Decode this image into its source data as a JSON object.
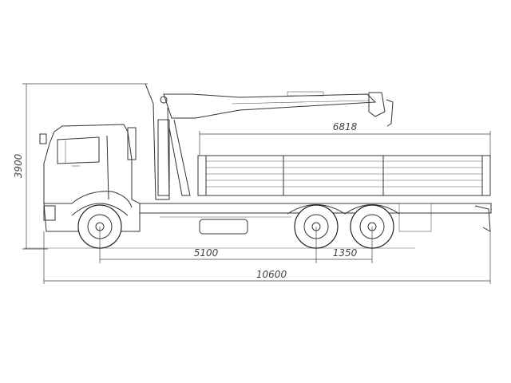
{
  "drawing": {
    "subject": "truck-with-loader-crane",
    "line_color": "#333333",
    "dimensions": {
      "overall_height": "3900",
      "platform_length": "6818",
      "wheelbase": "5100",
      "tandem_spacing": "1350",
      "overall_length": "10600"
    }
  }
}
